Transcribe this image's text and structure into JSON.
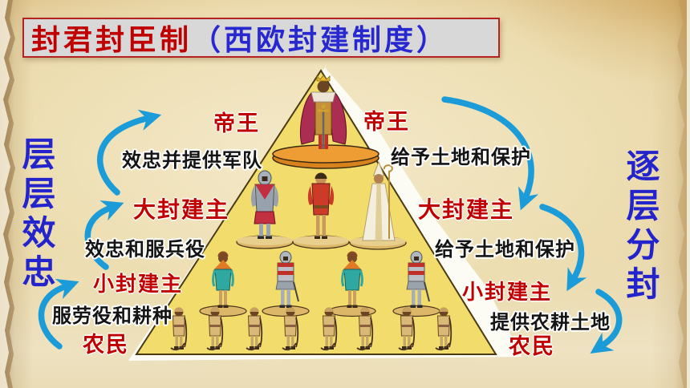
{
  "title": {
    "main": "封君封臣制",
    "subtitle": "（西欧封建制度）"
  },
  "left": {
    "vertical_label": "层层效忠",
    "items": [
      {
        "role": "帝王",
        "action": "效忠并提供军队"
      },
      {
        "role": "大封建主",
        "action": "效忠和服兵役"
      },
      {
        "role": "小封建主",
        "action": "服劳役和耕种"
      },
      {
        "role": "农民"
      }
    ]
  },
  "right": {
    "vertical_label": "逐层分封",
    "items": [
      {
        "role": "帝王",
        "action": "给予土地和保护"
      },
      {
        "role": "大封建主",
        "action": "给予土地和保护"
      },
      {
        "role": "小封建主",
        "action": "提供农耕土地"
      },
      {
        "role": "农民"
      }
    ]
  },
  "pyramid": {
    "tiers": [
      {
        "name": "emperor",
        "figures": [
          "king"
        ]
      },
      {
        "name": "great-lords",
        "figures": [
          "knight",
          "noble",
          "bishop"
        ]
      },
      {
        "name": "lesser-lords",
        "figures": [
          "retainer",
          "soldier",
          "retainer",
          "soldier"
        ]
      },
      {
        "name": "peasants",
        "figures": [
          "peasant",
          "peasant",
          "peasant",
          "peasant",
          "peasant",
          "peasant",
          "peasant",
          "peasant"
        ]
      }
    ]
  },
  "colors": {
    "label_red": "#c00000",
    "title_blue": "#2828d0",
    "vertical_blue": "#2424cc",
    "arrow_blue": "#1b9cd8",
    "pyramid_yellow": "#f2dc6b",
    "banner_bg": "#d8d8d8",
    "banner_border": "#b42222",
    "parchment": "#e8d6aa"
  }
}
